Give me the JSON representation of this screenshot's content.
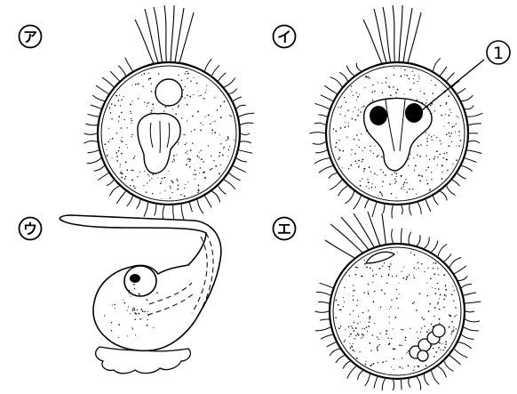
{
  "panels": {
    "a": {
      "label": "ア"
    },
    "i": {
      "label": "イ"
    },
    "u": {
      "label": "ウ"
    },
    "e": {
      "label": "エ"
    }
  },
  "callout": {
    "label": "1"
  },
  "colors": {
    "ink": "#000000",
    "background": "#ffffff"
  },
  "icons": {
    "label_circle": "circled-katakana",
    "callout_circle": "circled-number"
  }
}
